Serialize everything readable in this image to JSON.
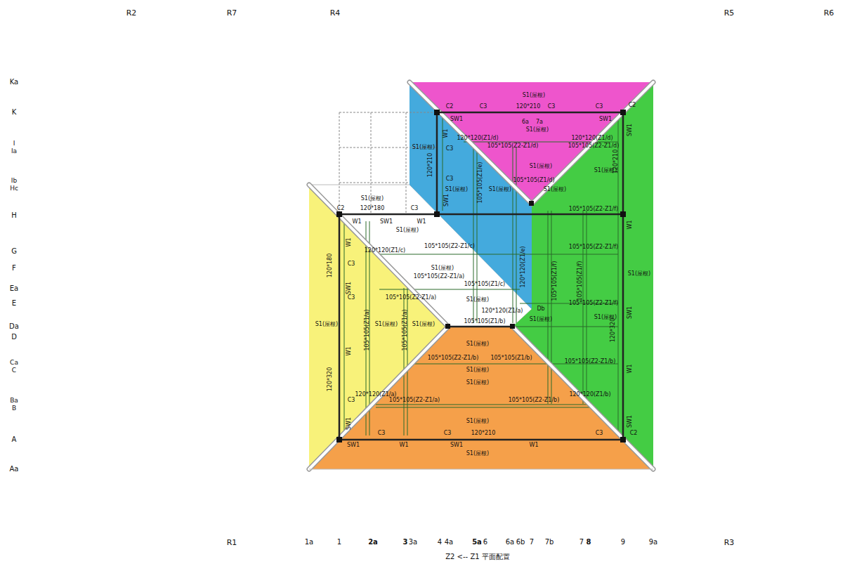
{
  "diagram": {
    "caption": "Z2 <-- Z1 平面配置",
    "labels": [
      "R2",
      "R7",
      "R4",
      "R5",
      "R6",
      "R1",
      "R3",
      "Ka",
      "K",
      "I",
      "Ia",
      "Ib",
      "Hc",
      "H",
      "G",
      "F",
      "Ea",
      "E",
      "Da",
      "D",
      "Ca",
      "C",
      "Ba",
      "B",
      "A",
      "Aa",
      "1a",
      "1",
      "2a",
      "3",
      "3a",
      "4",
      "4a",
      "5a",
      "6",
      "6a",
      "6b",
      "7",
      "7b",
      "7",
      "8",
      "9",
      "9a",
      "S1(屋根)",
      "C2",
      "C3",
      "120*210",
      "C3",
      "C3",
      "C2",
      "SW1",
      "SW1",
      "6a",
      "7a",
      "S1(屋根)",
      "120*120(Z1/d)",
      "120*120(Z1/d)",
      "105*105(Z2-Z1/d)",
      "105*105(Z2-Z1/d)",
      "S1(屋根)",
      "S1(屋根)",
      "S1(屋根)",
      "105*105(Z1/d)",
      "S1(屋根)",
      "S1(屋根)",
      "S1(屋根)",
      "S1(屋根)",
      "C2",
      "120*180",
      "C3",
      "105*105(Z2-Z1/f)",
      "W1",
      "SW1",
      "W1",
      "S1(屋根)",
      "105*105(Z2-Z1/c)",
      "120*120(Z1/c)",
      "105*105(Z2-Z1/f)",
      "S1(屋根)",
      "105*105(Z2-Z1/a)",
      "105*105(Z1/c)",
      "105*105(Z2-Z1/a)",
      "S1(屋根)",
      "105*105(Z2-Z1/f)",
      "120*120(Z1/a)",
      "Db",
      "S1(屋根)",
      "S1(屋根)",
      "S1(屋根)",
      "S1(屋根)",
      "S1(屋根)",
      "S1(屋根)",
      "105*105(Z1/b)",
      "S1(屋根)",
      "105*105(Z2-Z1/b)",
      "105*105(Z1/b)",
      "105*105(Z2-Z1/b)",
      "S1(屋根)",
      "S1(屋根)",
      "120*120(Z1/a)",
      "120*120(Z1/b)",
      "105*105(Z2-Z1/a)",
      "105*105(Z2-Z1/b)",
      "S1(屋根)",
      "120*210",
      "C3",
      "C3",
      "C3",
      "C2",
      "SW1",
      "W1",
      "SW1",
      "W1",
      "S1(屋根)",
      "W1",
      "120*180",
      "C3",
      "SW1",
      "C3",
      "W1",
      "120*320",
      "C3",
      "SW1",
      "105*105(Z1/a)",
      "105*105(Z1/a)",
      "SW1",
      "120*210",
      "W1",
      "SW1",
      "120*320",
      "W1",
      "SW1",
      "W1",
      "C3",
      "120*210",
      "C3",
      "SW1",
      "105*105(Z1/e)",
      "120*120(Z1/e)",
      "105*105(Z1/f)",
      "105*105(Z1/f)"
    ]
  }
}
